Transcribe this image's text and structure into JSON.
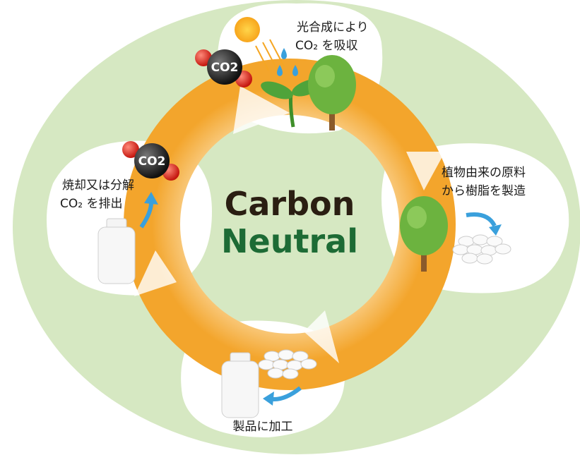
{
  "title": {
    "line1": "Carbon",
    "line2": "Neutral"
  },
  "steps": [
    {
      "id": "absorb",
      "line1": "光合成により",
      "line2": "CO₂ を吸収"
    },
    {
      "id": "produce",
      "line1": "植物由来の原料",
      "line2": "から樹脂を製造"
    },
    {
      "id": "process",
      "line1": "製品に加工"
    },
    {
      "id": "emit",
      "line1": "焼却又は分解",
      "line2": "CO₂ を排出"
    }
  ],
  "molecule_label": "CO2",
  "colors": {
    "background_ellipse": "#d6e8c2",
    "arrow": "#f5a623",
    "carbon": "#2a1e12",
    "neutral": "#1d6b35",
    "tree": "#6cb33f",
    "water": "#3aa0dc"
  }
}
